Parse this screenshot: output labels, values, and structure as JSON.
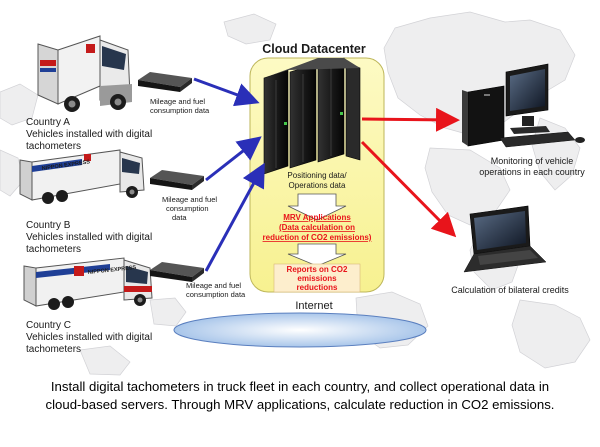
{
  "datacenter": {
    "title": "Cloud Datacenter"
  },
  "countries": [
    {
      "name": "Country A",
      "desc1": "Vehicles installed with digital",
      "desc2": "tachometers",
      "data1": "Mileage and fuel",
      "data2": "consumption data"
    },
    {
      "name": "Country B",
      "desc1": "Vehicles installed with digital",
      "desc2": "tachometers",
      "data1": "Mileage and fuel",
      "data2": "consumption",
      "data3": "data"
    },
    {
      "name": "Country C",
      "desc1": "Vehicles installed with digital",
      "desc2": "tachometers",
      "data1": "Mileage and fuel",
      "data2": "consumption data"
    }
  ],
  "truck_labels": [
    "NIPPON EXPRESS",
    "NIPPON EXPRESS"
  ],
  "flow": {
    "positioning1": "Positioning data/",
    "positioning2": "Operations data",
    "mrv1": "MRV Applications",
    "mrv2": "(Data calculation on",
    "mrv3": "reduction of CO2 emissions)",
    "reports1": "Reports on CO2",
    "reports2": "emissions",
    "reports3": "reductions"
  },
  "internet": "Internet",
  "outputs": {
    "monitor1": "Monitoring of vehicle",
    "monitor2": "operations in each country",
    "credits": "Calculation of bilateral credits"
  },
  "caption": {
    "line1": "Install digital tachometers in truck fleet in each country, and collect operational data in",
    "line2": "cloud-based servers. Through MRV applications, calculate reduction in CO2 emissions."
  },
  "colors": {
    "blue_arrow": "#2a2fb8",
    "red_arrow": "#e8141b",
    "highlight": "#fbf7a4",
    "mrv_text": "#e8141b",
    "reports_box": "#fdeecd"
  }
}
